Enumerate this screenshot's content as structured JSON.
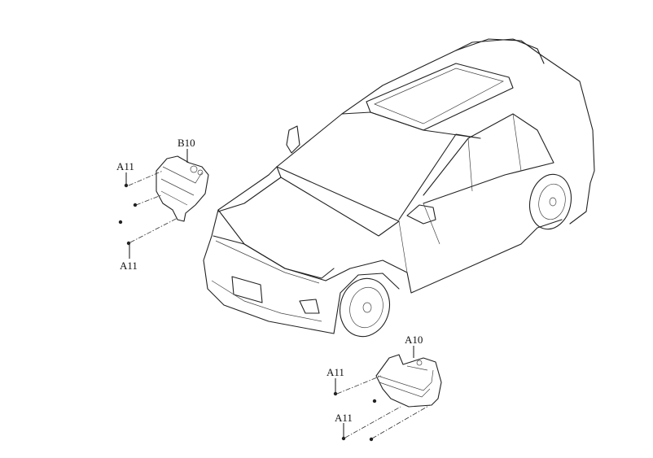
{
  "labels": {
    "b10": "B10",
    "a11_top_left": "A11",
    "a11_bottom_left": "A11",
    "a10": "A10",
    "a11_top_right": "A11",
    "a11_bottom_right": "A11"
  }
}
